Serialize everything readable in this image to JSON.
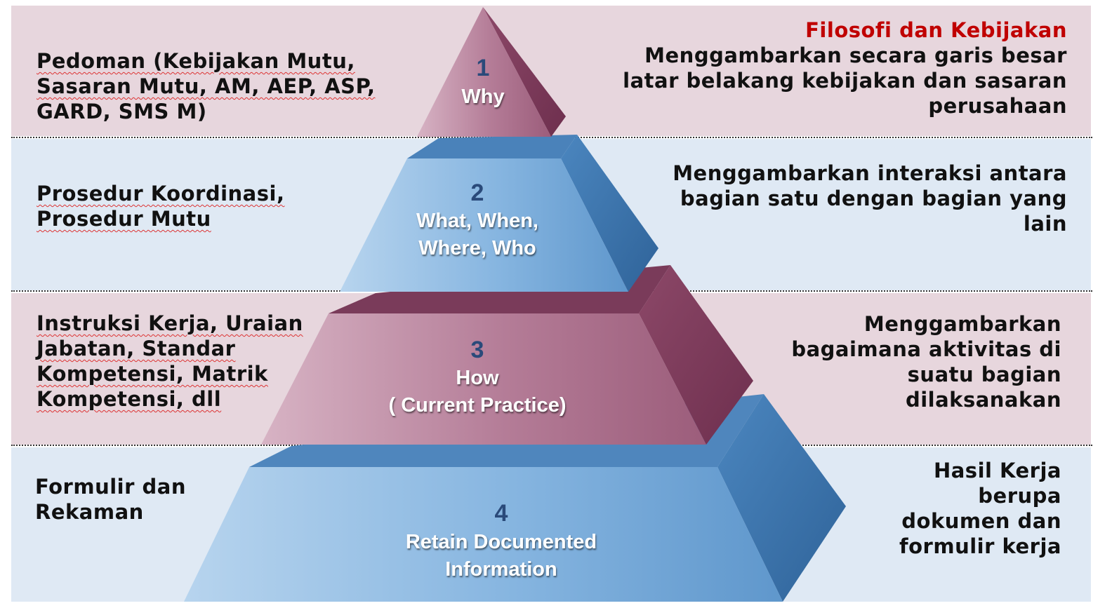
{
  "tiers": [
    {
      "number": "1",
      "label_lines": [
        "Why"
      ],
      "left_lines": [
        "Pedoman (Kebijakan Mutu,",
        "Sasaran Mutu, AM, AEP, ASP,",
        "GARD, SMS M)"
      ],
      "right_title": "Filosofi dan Kebijakan",
      "right_lines": [
        "Menggambarkan secara garis besar",
        "latar belakang kebijakan dan sasaran",
        "perusahaan"
      ]
    },
    {
      "number": "2",
      "label_lines": [
        "What, When,",
        "Where, Who"
      ],
      "left_lines": [
        "Prosedur Koordinasi,",
        "Prosedur Mutu"
      ],
      "right_lines": [
        "Menggambarkan interaksi antara",
        "bagian satu dengan bagian yang",
        "lain"
      ]
    },
    {
      "number": "3",
      "label_lines": [
        "How",
        "( Current Practice)"
      ],
      "left_lines": [
        "Instruksi Kerja, Uraian",
        "Jabatan, Standar",
        "Kompetensi, Matrik",
        "Kompetensi, dll"
      ],
      "right_lines": [
        "Menggambarkan",
        "bagaimana aktivitas di",
        "suatu bagian",
        "dilaksanakan"
      ]
    },
    {
      "number": "4",
      "label_lines": [
        "Retain Documented",
        "Information"
      ],
      "left_lines": [
        "Formulir dan",
        "Rekaman"
      ],
      "right_lines": [
        "Hasil Kerja",
        "berupa",
        "dokumen dan",
        "formulir kerja"
      ]
    }
  ],
  "colors": {
    "band_pink": "#e7d6dd",
    "band_blue": "#dfe9f4",
    "title_red": "#c00000",
    "number_blue": "#2a4a7a",
    "pink_front": "#b1728f",
    "pink_side": "#7f3a5d",
    "blue_front": "#7fb0df",
    "blue_side": "#3f78b0"
  }
}
